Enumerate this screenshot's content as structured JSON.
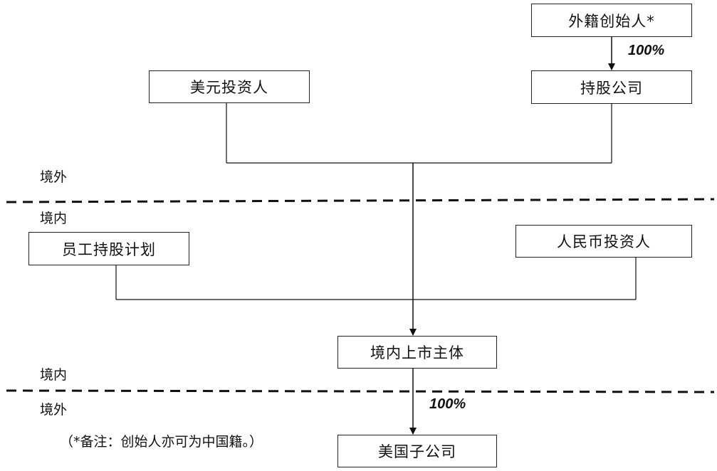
{
  "nodes": {
    "foreign_founder": "外籍创始人*",
    "holding_company": "持股公司",
    "usd_investors": "美元投资人",
    "esop": "员工持股计划",
    "rmb_investors": "人民币投资人",
    "domestic_listed_entity": "境内上市主体",
    "us_subsidiary": "美国子公司"
  },
  "regions": {
    "offshore_top": "境外",
    "onshore_upper": "境内",
    "onshore_lower": "境内",
    "offshore_bottom": "境外"
  },
  "ownership": {
    "founder_to_holding": "100%",
    "listed_to_us_sub": "100%"
  },
  "footnote": "（*备注：创始人亦可为中国籍。）"
}
